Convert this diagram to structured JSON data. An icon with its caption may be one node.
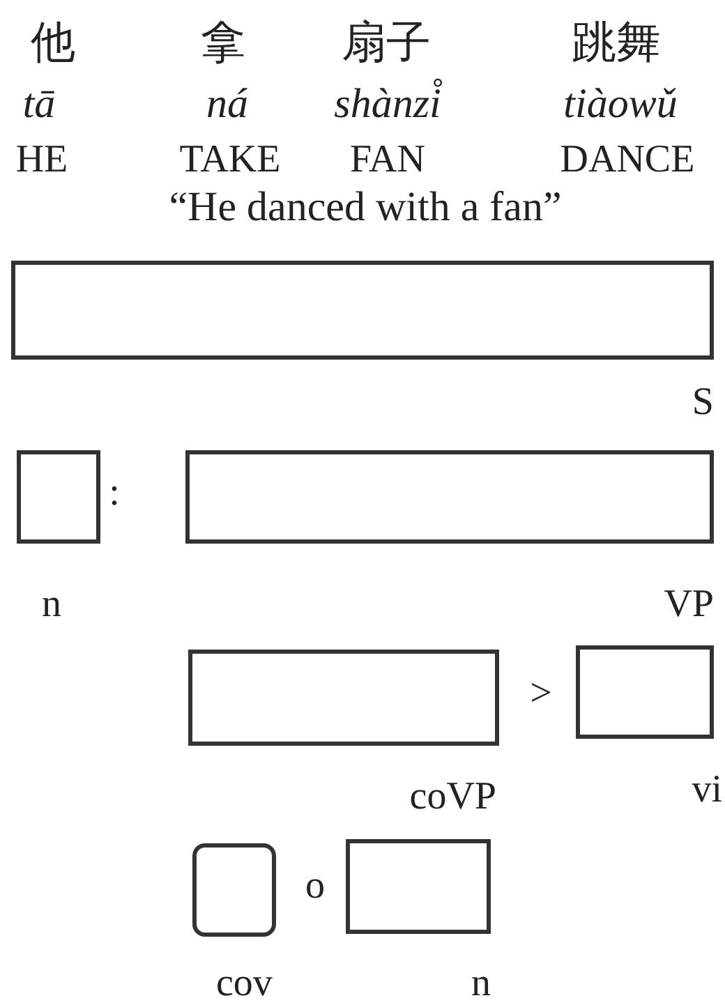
{
  "diagram": {
    "nodes": [
      {
        "text": [],
        "shape": "box",
        "beside": [
          "S"
        ]
      },
      {
        "text": [],
        "shape": "box",
        "beside": [
          "n"
        ]
      },
      {
        "text": [],
        "shape": "box",
        "beside": [
          "VP"
        ]
      },
      {
        "text": [],
        "shape": "box",
        "beside": [
          "coVP"
        ]
      },
      {
        "text": [],
        "shape": "box",
        "beside": [
          "vi"
        ]
      },
      {
        "text": [],
        "shape": "box",
        "beside": [
          "cov"
        ]
      },
      {
        "text": [],
        "shape": "box",
        "beside": [
          "n"
        ]
      }
    ],
    "labels": [
      "他",
      "拿",
      "扇子",
      "跳舞",
      "tā",
      "ná",
      "shànzi̊",
      "tiàowǔ",
      "HE",
      "TAKE",
      "FAN",
      "DANCE",
      "“He danced with a fan”",
      ":",
      ">",
      "o"
    ]
  }
}
